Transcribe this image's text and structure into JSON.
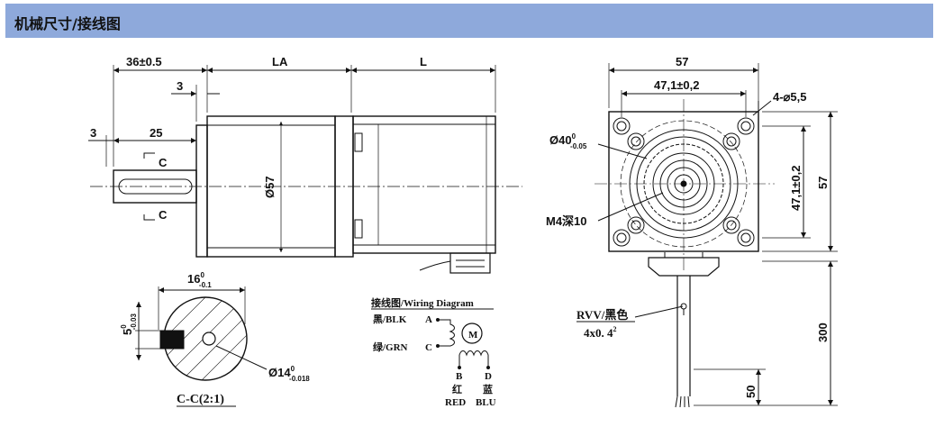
{
  "header": {
    "title": "机械尺寸/接线图"
  },
  "side_view": {
    "dim_36": "36±0.5",
    "dim_la": "LA",
    "dim_l": "L",
    "dim_3_top": "3",
    "dim_3_left": "3",
    "dim_25": "25",
    "section_mark_top": "C",
    "section_mark_bottom": "C",
    "dia_57": "Ø57"
  },
  "section_view": {
    "width_main": "16",
    "width_sup": "0",
    "width_sub": "-0.1",
    "height_main": "5",
    "height_sup": "0",
    "height_sub": "-0.03",
    "dia_main": "Ø14",
    "dia_sup": "0",
    "dia_sub": "-0.018",
    "caption": "C-C(2:1)"
  },
  "wiring": {
    "title": "接线图/Wiring Diagram",
    "black_label": "黑/BLK",
    "black_pin": "A",
    "green_label": "绿/GRN",
    "green_pin": "C",
    "motor": "M",
    "pin_b": "B",
    "pin_d": "D",
    "red_cn": "红",
    "blue_cn": "蓝",
    "red_en": "RED",
    "blue_en": "BLU"
  },
  "front_view": {
    "dim_57_top": "57",
    "dim_47_top": "47,1±0,2",
    "holes": "4-⌀5,5",
    "dia_40_main": "Ø40",
    "dia_40_sup": "0",
    "dia_40_sub": "-0.05",
    "thread": "M4深10",
    "dim_47_side": "47,1±0,2",
    "dim_57_side": "57",
    "cable_label": "RVV/黑色",
    "cable_spec": "4x0. 4",
    "cable_sup": "2",
    "dim_300": "300",
    "dim_50": "50"
  }
}
